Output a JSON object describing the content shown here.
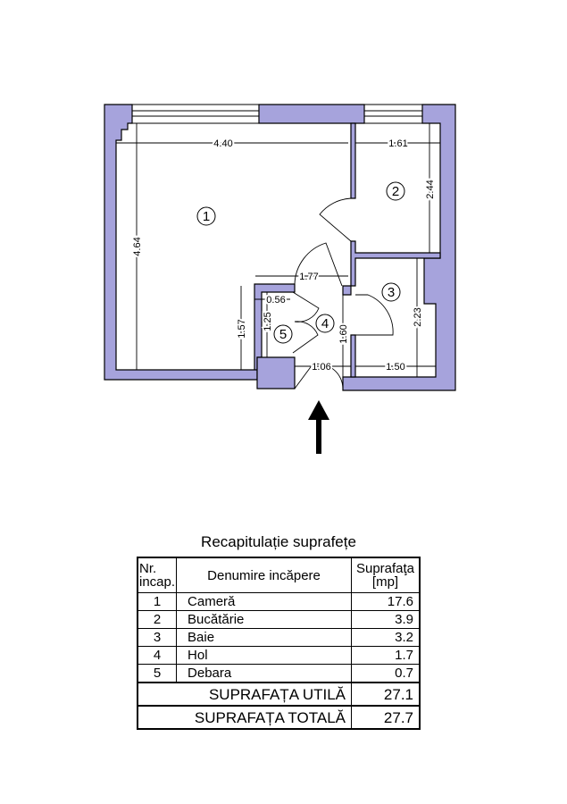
{
  "plan": {
    "rooms": [
      "1",
      "2",
      "3",
      "4",
      "5"
    ],
    "dimensions": [
      "4.40",
      "1.61",
      "2.44",
      "4.64",
      "1.77",
      "0.56",
      "1.25",
      "1.57",
      "1.60",
      "2.23",
      "1.06",
      "1.50"
    ],
    "entrance": "arrow-up",
    "wall_color": "#a6a3dc"
  },
  "table": {
    "title": "Recapitulație suprafețe",
    "headers": {
      "nr": "Nr. incap.",
      "name": "Denumire incăpere",
      "area": "Suprafaţa [mp]"
    },
    "rows": [
      {
        "nr": "1",
        "name": "Cameră",
        "area": "17.6"
      },
      {
        "nr": "2",
        "name": "Bucătărie",
        "area": "3.9"
      },
      {
        "nr": "3",
        "name": "Baie",
        "area": "3.2"
      },
      {
        "nr": "4",
        "name": "Hol",
        "area": "1.7"
      },
      {
        "nr": "5",
        "name": "Debara",
        "area": "0.7"
      }
    ],
    "useful": {
      "label": "SUPRAFAȚA UTILĂ",
      "value": "27.1"
    },
    "total": {
      "label": "SUPRAFAȚA TOTALĂ",
      "value": "27.7"
    }
  }
}
